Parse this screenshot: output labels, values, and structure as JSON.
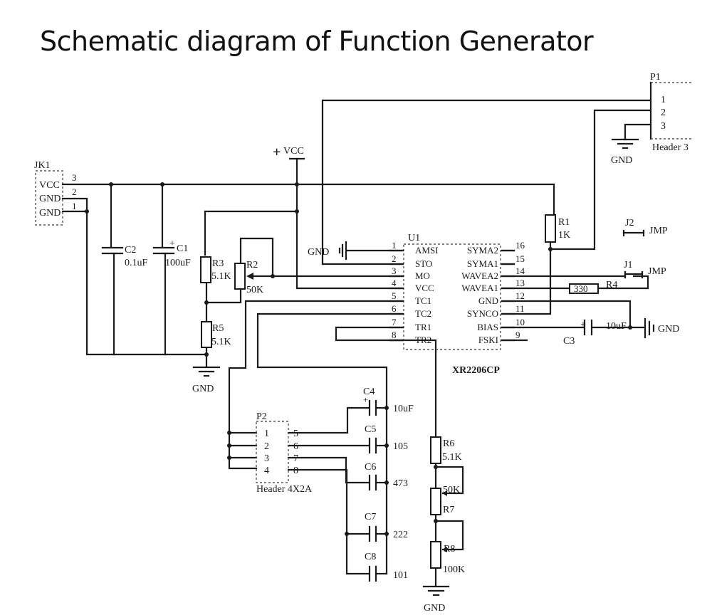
{
  "title": "Schematic diagram of Function Generator",
  "jk1": {
    "ref": "JK1",
    "pins": [
      {
        "name": "VCC",
        "num": "3"
      },
      {
        "name": "GND",
        "num": "2"
      },
      {
        "name": "GND",
        "num": "1"
      }
    ]
  },
  "vcc_label": "VCC",
  "vcc_plus": "+",
  "gnd_label": "GND",
  "c2": {
    "ref": "C2",
    "value": "0.1uF"
  },
  "c1": {
    "ref": "C1",
    "value": "100uF",
    "polarity": "+"
  },
  "r3": {
    "ref": "R3",
    "value": "5.1K"
  },
  "r2": {
    "ref": "R2",
    "value": "50K"
  },
  "r5": {
    "ref": "R5",
    "value": "5.1K"
  },
  "r1": {
    "ref": "R1",
    "value": "1K"
  },
  "r4": {
    "ref": "R4",
    "value": "330"
  },
  "r6": {
    "ref": "R6",
    "value": "5.1K"
  },
  "r7": {
    "ref": "R7",
    "value": "50K"
  },
  "r8": {
    "ref": "R8",
    "value": "100K"
  },
  "c3": {
    "ref": "C3",
    "value": "10uF",
    "polarity": "+"
  },
  "c4": {
    "ref": "C4",
    "value": "10uF",
    "polarity": "+"
  },
  "c5": {
    "ref": "C5",
    "value": "105"
  },
  "c6": {
    "ref": "C6",
    "value": "473"
  },
  "c7": {
    "ref": "C7",
    "value": "222"
  },
  "c8": {
    "ref": "C8",
    "value": "101"
  },
  "u1": {
    "ref": "U1",
    "part": "XR2206CP",
    "left_pins": [
      {
        "num": "1",
        "name": "AMSI"
      },
      {
        "num": "2",
        "name": "STO"
      },
      {
        "num": "3",
        "name": "MO"
      },
      {
        "num": "4",
        "name": "VCC"
      },
      {
        "num": "5",
        "name": "TC1"
      },
      {
        "num": "6",
        "name": "TC2"
      },
      {
        "num": "7",
        "name": "TR1"
      },
      {
        "num": "8",
        "name": "TR2"
      }
    ],
    "right_pins": [
      {
        "num": "16",
        "name": "SYMA2"
      },
      {
        "num": "15",
        "name": "SYMA1"
      },
      {
        "num": "14",
        "name": "WAVEA2"
      },
      {
        "num": "13",
        "name": "WAVEA1"
      },
      {
        "num": "12",
        "name": "GND"
      },
      {
        "num": "11",
        "name": "SYNCO"
      },
      {
        "num": "10",
        "name": "BIAS"
      },
      {
        "num": "9",
        "name": "FSKI"
      }
    ]
  },
  "p1": {
    "ref": "P1",
    "part": "Header 3",
    "pins": [
      "1",
      "2",
      "3"
    ]
  },
  "p2": {
    "ref": "P2",
    "part": "Header 4X2A",
    "left_pins": [
      "1",
      "2",
      "3",
      "4"
    ],
    "right_pins": [
      "5",
      "6",
      "7",
      "8"
    ]
  },
  "j1": {
    "ref": "J1",
    "part": "JMP"
  },
  "j2": {
    "ref": "J2",
    "part": "JMP"
  }
}
